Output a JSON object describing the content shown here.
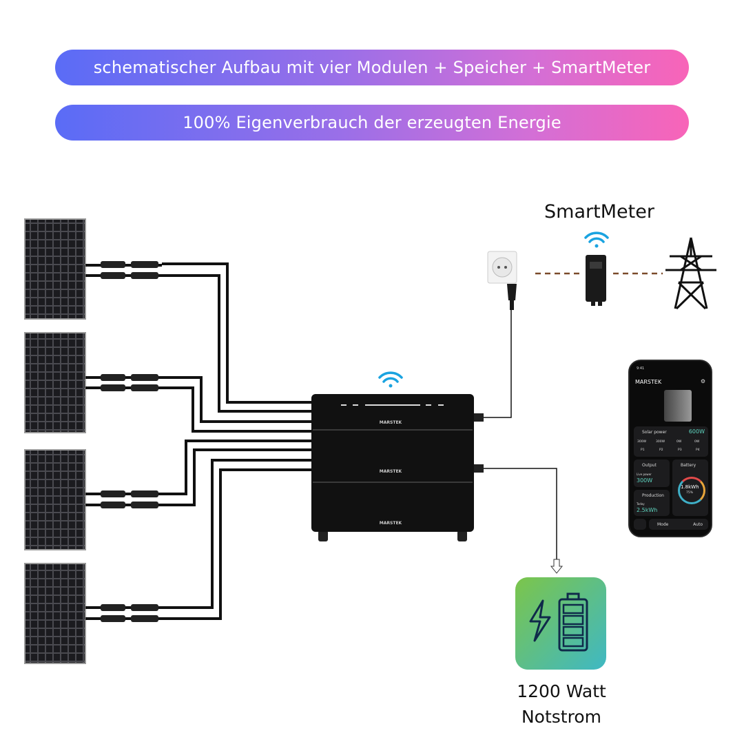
{
  "banners": {
    "top": "schematischer Aufbau mit vier Modulen + Speicher + SmartMeter",
    "second": "100% Eigenverbrauch der erzeugten Energie"
  },
  "smartmeter_label": "SmartMeter",
  "battery_unit": {
    "brand": "MARSTEK"
  },
  "backup": {
    "line1": "1200 Watt",
    "line2": "Notstrom"
  },
  "phone": {
    "time": "9:41",
    "title": "MARSTEK",
    "solar_label": "Solar power",
    "solar_value": "600W",
    "panels": [
      {
        "value": "300W",
        "name": "P1"
      },
      {
        "value": "300W",
        "name": "P2"
      },
      {
        "value": "0W",
        "name": "P3"
      },
      {
        "value": "0W",
        "name": "P4"
      }
    ],
    "output_label": "Output",
    "live_power_label": "Live power",
    "live_power_value": "300W",
    "battery_label": "Battery",
    "battery_energy": "1.8kWh",
    "battery_percent": "75%",
    "production_label": "Production",
    "today_label": "Today",
    "today_value": "2.5kWh",
    "mode_label": "Mode",
    "mode_value": "Auto"
  },
  "colors": {
    "wifi": "#1aa3e0",
    "dashed_line": "#7a4a2a",
    "banner_start": "#5a6cf6",
    "banner_end": "#f864b8"
  }
}
